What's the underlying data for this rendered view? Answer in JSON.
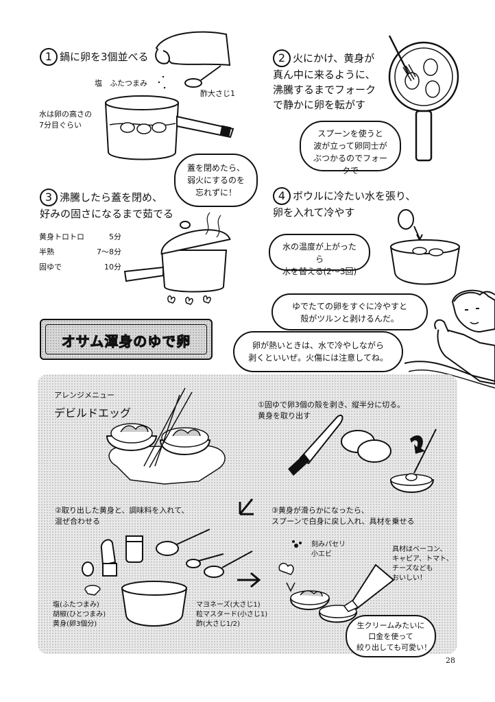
{
  "page_number": "28",
  "steps": [
    {
      "num": "1",
      "lines": [
        "鍋に卵を3個並べる"
      ]
    },
    {
      "num": "2",
      "lines": [
        "火にかけ、黄身が",
        "真ん中に来るように、",
        "沸騰するまでフォーク",
        "で静かに卵を転がす"
      ]
    },
    {
      "num": "3",
      "lines": [
        "沸騰したら蓋を閉め、",
        "好みの固さになるまで茹でる"
      ]
    },
    {
      "num": "4",
      "lines": [
        "ボウルに冷たい水を張り、",
        "卵を入れて冷やす"
      ]
    }
  ],
  "step1": {
    "salt": "塩　ふたつまみ",
    "vinegar": "酢大さじ1",
    "water_note": [
      "水は卵の高さの",
      "7分目ぐらい"
    ]
  },
  "bubbles": {
    "spoon": [
      "スプーンを使うと",
      "波が立って卵同士が",
      "ぶつかるのでフォークで"
    ],
    "lid": [
      "蓋を閉めたら、",
      "弱火にするのを",
      "忘れずに！"
    ],
    "water_temp": [
      "水の温度が上がったら",
      "水を替える(2〜3回)"
    ],
    "osamu_top": [
      "ゆでたての卵をすぐに冷やすと",
      "殻がツルンと剥けるんだ。"
    ],
    "osamu_bottom": [
      "卵が熱いときは、水で冷やしながら",
      "剥くといいぜ。火傷には注意してね。"
    ],
    "cream": [
      "生クリームみたいに",
      "口金を使って",
      "絞り出しても可愛い！"
    ]
  },
  "timings": [
    {
      "label": "黄身トロトロ",
      "time": "5分"
    },
    {
      "label": "半熟",
      "time": "7〜8分"
    },
    {
      "label": "固ゆで",
      "time": "10分"
    }
  ],
  "banner_title": "オサム渾身のゆで卵",
  "arrange": {
    "label": "アレンジメニュー",
    "title": "デビルドエッグ",
    "step1": [
      "①固ゆで卵3個の殻を剥き、縦半分に切る。",
      "黄身を取り出す"
    ],
    "step2": [
      "②取り出した黄身と、調味料を入れて、",
      "混ぜ合わせる"
    ],
    "step3": [
      "③黄身が滑らかになったら、",
      "スプーンで白身に戻し入れ、具材を乗せる"
    ],
    "seasonings_left": [
      "塩(ふたつまみ)",
      "胡椒(ひとつまみ)",
      "黄身(卵3個分)"
    ],
    "seasonings_right": [
      "マヨネーズ(大さじ1)",
      "粒マスタード(小さじ1)",
      "酢(大さじ1/2)"
    ],
    "toppings": [
      "刻みパセリ",
      "小エビ"
    ],
    "topping_note": [
      "具材はベーコン、",
      "キャビア、トマト、",
      "チーズなども",
      "おいしい！"
    ]
  }
}
